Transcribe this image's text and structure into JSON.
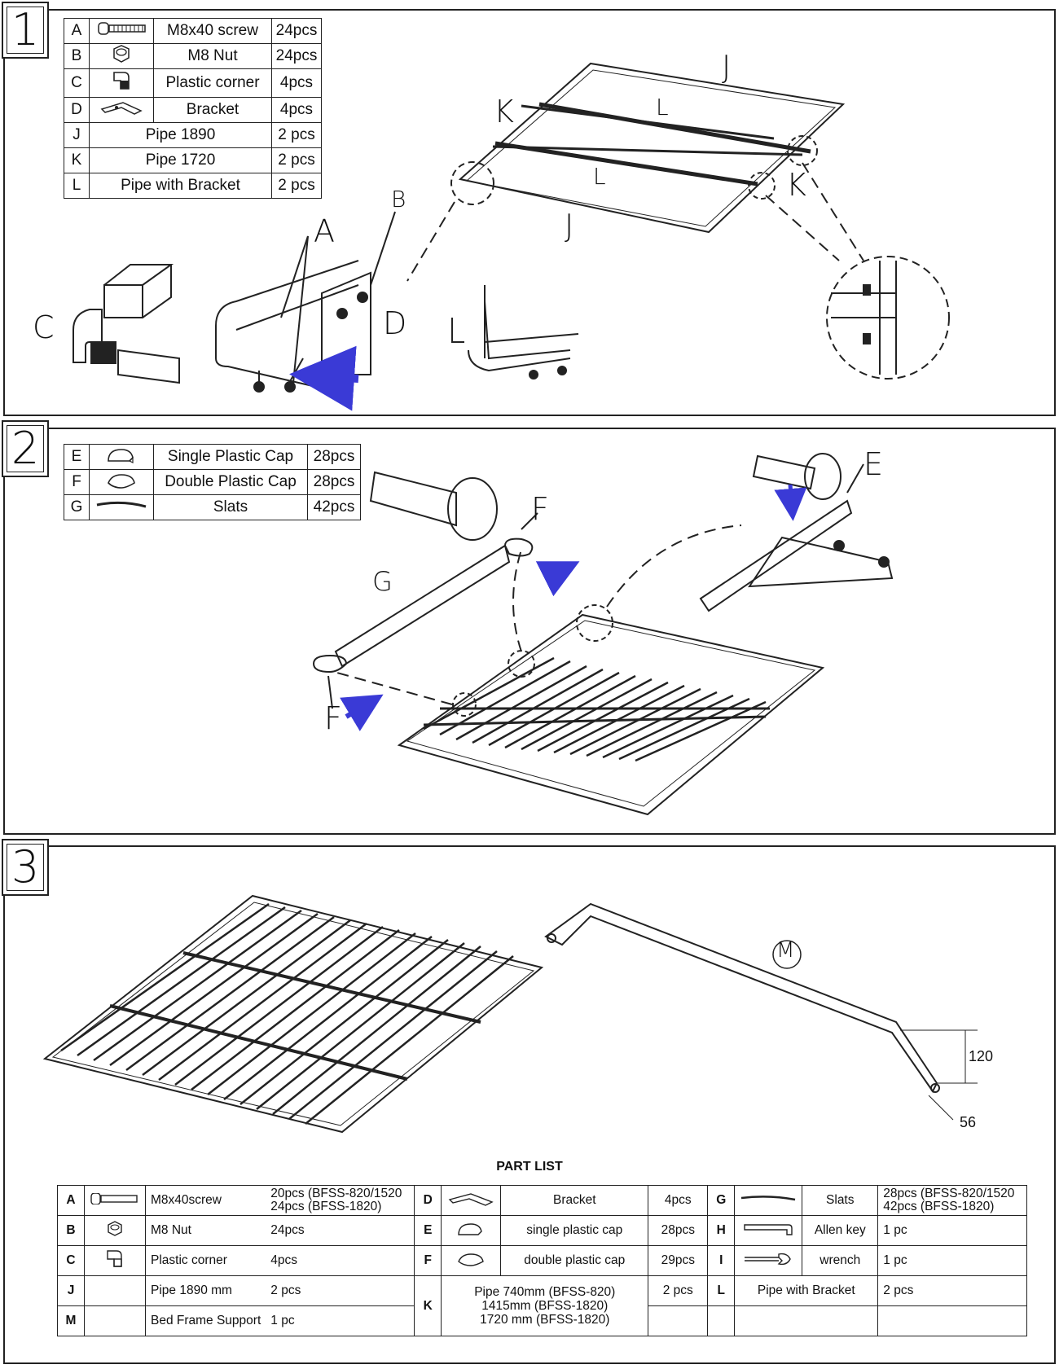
{
  "steps": [
    {
      "number": "1",
      "parts": [
        {
          "letter": "A",
          "name": "M8x40 screw",
          "qty": "24pcs",
          "icon": "screw-icon"
        },
        {
          "letter": "B",
          "name": "M8 Nut",
          "qty": "24pcs",
          "icon": "nut-icon"
        },
        {
          "letter": "C",
          "name": "Plastic corner",
          "qty": "4pcs",
          "icon": "plastic-corner-icon"
        },
        {
          "letter": "D",
          "name": "Bracket",
          "qty": "4pcs",
          "icon": "bracket-icon"
        },
        {
          "letter": "J",
          "name": "Pipe 1890",
          "qty": "2 pcs"
        },
        {
          "letter": "K",
          "name": "Pipe 1720",
          "qty": "2 pcs"
        },
        {
          "letter": "L",
          "name": "Pipe with Bracket",
          "qty": "2 pcs"
        }
      ],
      "callouts": [
        "J",
        "K",
        "L",
        "L",
        "K",
        "J",
        "A",
        "B",
        "C",
        "D"
      ]
    },
    {
      "number": "2",
      "parts": [
        {
          "letter": "E",
          "name": "Single Plastic Cap",
          "qty": "28pcs",
          "icon": "single-cap-icon"
        },
        {
          "letter": "F",
          "name": "Double Plastic Cap",
          "qty": "28pcs",
          "icon": "double-cap-icon"
        },
        {
          "letter": "G",
          "name": "Slats",
          "qty": "42pcs",
          "icon": "slat-icon"
        }
      ],
      "callouts": [
        "F",
        "G",
        "F",
        "E"
      ]
    },
    {
      "number": "3",
      "callouts": [
        "M"
      ],
      "dimensions": [
        "120",
        "56"
      ]
    }
  ],
  "part_list": {
    "title": "PART LIST",
    "rows": [
      {
        "c1": {
          "letter": "A",
          "icon": "screw-icon",
          "name": "M8x40screw",
          "qty": "20pcs (BFSS-820/1520\n24pcs (BFSS-1820)"
        },
        "c2": {
          "letter": "D",
          "icon": "bracket-icon",
          "name": "Bracket",
          "qty": "4pcs"
        },
        "c3": {
          "letter": "G",
          "icon": "slat-icon",
          "name": "Slats",
          "qty": "28pcs (BFSS-820/1520\n42pcs (BFSS-1820)"
        }
      },
      {
        "c1": {
          "letter": "B",
          "icon": "nut-icon",
          "name": "M8 Nut",
          "qty": "24pcs"
        },
        "c2": {
          "letter": "E",
          "icon": "single-cap-icon",
          "name": "single plastic cap",
          "qty": "28pcs"
        },
        "c3": {
          "letter": "H",
          "icon": "allen-key-icon",
          "name": "Allen key",
          "qty": "1 pc"
        }
      },
      {
        "c1": {
          "letter": "C",
          "icon": "plastic-corner-icon",
          "name": "Plastic corner",
          "qty": "4pcs"
        },
        "c2": {
          "letter": "F",
          "icon": "double-cap-icon",
          "name": "double plastic cap",
          "qty": "29pcs"
        },
        "c3": {
          "letter": "I",
          "icon": "wrench-icon",
          "name": "wrench",
          "qty": "1 pc"
        }
      },
      {
        "c1": {
          "letter": "J",
          "name": "Pipe 1890 mm",
          "qty": "2 pcs"
        },
        "c2": {
          "letter": "K",
          "name": "Pipe 740mm (BFSS-820)\n1415mm (BFSS-1820)\n1720 mm (BFSS-1820)",
          "qty": "2 pcs"
        },
        "c3": {
          "letter": "L",
          "name": "Pipe with Bracket",
          "qty": "2 pcs"
        }
      },
      {
        "c1": {
          "letter": "M",
          "name": "Bed Frame Support",
          "qty": "1 pc"
        }
      }
    ]
  }
}
